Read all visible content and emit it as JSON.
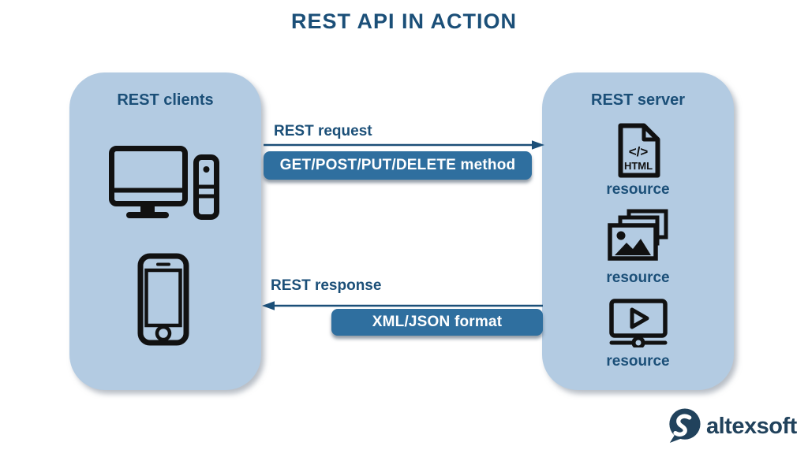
{
  "title": "REST API IN ACTION",
  "clients_panel": {
    "title": "REST clients"
  },
  "server_panel": {
    "title": "REST server",
    "resources": [
      {
        "icon": "html-file",
        "icon_text_top": "</>",
        "icon_text_bottom": "HTML",
        "label": "resource"
      },
      {
        "icon": "image-stack",
        "label": "resource"
      },
      {
        "icon": "video-player",
        "label": "resource"
      }
    ]
  },
  "request": {
    "label": "REST request",
    "badge": "GET/POST/PUT/DELETE method"
  },
  "response": {
    "label": "REST response",
    "badge": "XML/JSON format"
  },
  "logo": {
    "text": "altexsoft"
  },
  "colors": {
    "panel": "#b3cbe2",
    "accent_dark": "#1b4f78",
    "badge": "#2f6f9f",
    "logo_navy": "#21425c",
    "icon_black": "#111111"
  }
}
